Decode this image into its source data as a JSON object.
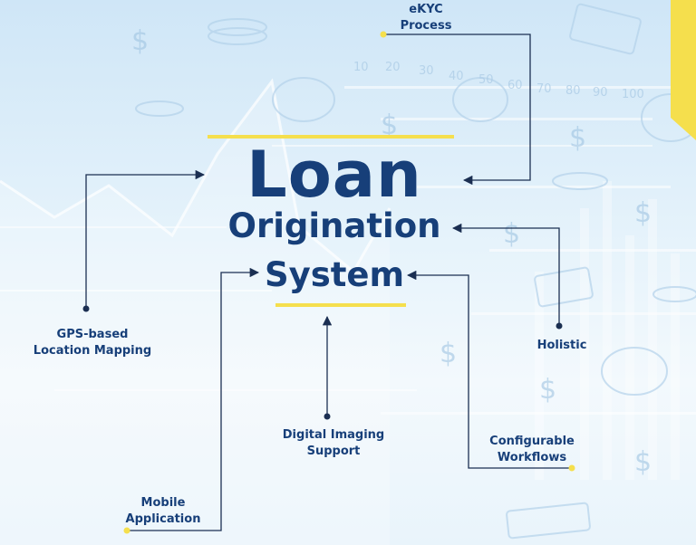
{
  "title": {
    "line1": "Loan",
    "line2": "Origination",
    "line3": "System"
  },
  "features": {
    "ekyc": {
      "line1": "eKYC",
      "line2": "Process"
    },
    "gps": {
      "line1": "GPS-based",
      "line2": "Location Mapping"
    },
    "holistic": {
      "line1": "Holistic"
    },
    "imaging": {
      "line1": "Digital Imaging",
      "line2": "Support"
    },
    "workflows": {
      "line1": "Configurable",
      "line2": "Workflows"
    },
    "mobile": {
      "line1": "Mobile",
      "line2": "Application"
    }
  },
  "colors": {
    "navy": "#173f79",
    "accent_yellow": "#f5df4d",
    "connector": "#1b2f52"
  }
}
